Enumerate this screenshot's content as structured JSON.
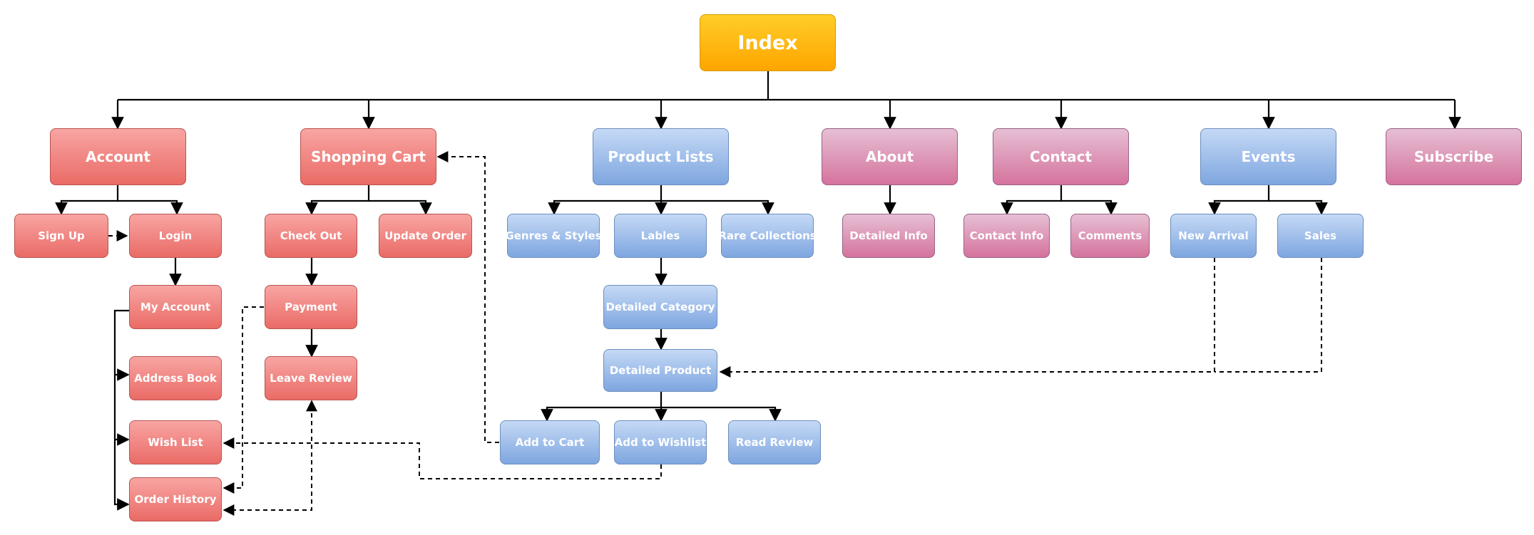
{
  "nodes": {
    "index": "Index",
    "account": "Account",
    "shopping_cart": "Shopping Cart",
    "product_lists": "Product Lists",
    "about": "About",
    "contact": "Contact",
    "events": "Events",
    "subscribe": "Subscribe",
    "sign_up": "Sign Up",
    "login": "Login",
    "my_account": "My Account",
    "address_book": "Address Book",
    "wish_list": "Wish List",
    "order_history": "Order History",
    "check_out": "Check Out",
    "update_order": "Update Order",
    "payment": "Payment",
    "leave_review": "Leave Review",
    "genres_styles": "Genres & Styles",
    "lables": "Lables",
    "rare_collections": "Rare Collections",
    "detailed_category": "Detailed Category",
    "detailed_product": "Detailed Product",
    "add_to_cart": "Add to Cart",
    "add_to_wishlist": "Add to Wishlist",
    "read_review": "Read Review",
    "detailed_info": "Detailed Info",
    "contact_info": "Contact Info",
    "comments": "Comments",
    "new_arrival": "New Arrival",
    "sales": "Sales"
  },
  "colors": {
    "index": "#ffa500",
    "account_section": "#ea6b66",
    "product_section": "#7ea6e0",
    "info_section": "#d5739d",
    "connector": "#000000"
  }
}
